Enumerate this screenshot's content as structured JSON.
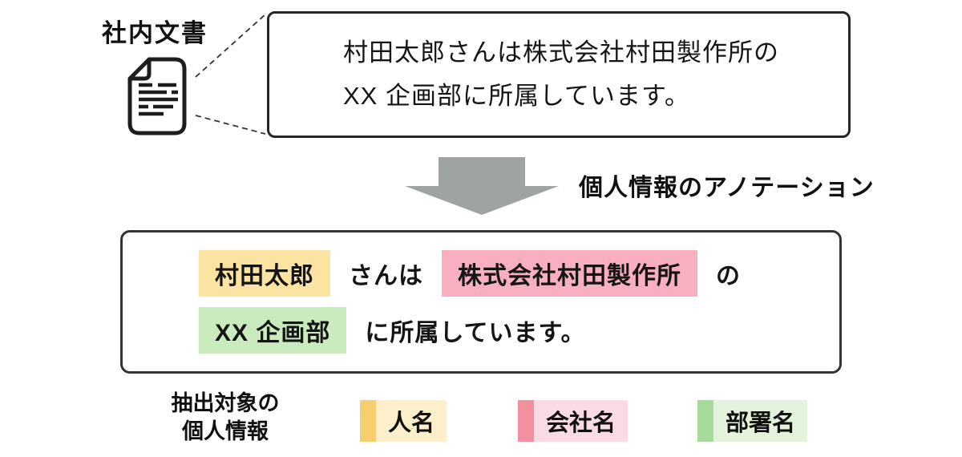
{
  "document_label": "社内文書",
  "source_box": {
    "line1": "村田太郎さんは株式会社村田製作所の",
    "line2": "XX 企画部に所属しています。"
  },
  "arrow_label": "個人情報のアノテーション",
  "annotated_box": {
    "person": "村田太郎",
    "mid1": "さんは",
    "company": "株式会社村田製作所",
    "end1": "の",
    "department": "XX 企画部",
    "end2": "に所属しています。"
  },
  "legend": {
    "title_line1": "抽出対象の",
    "title_line2": "個人情報",
    "items": [
      {
        "label": "人名",
        "entity": "person",
        "bar_color": "#F6CE6E",
        "bg_color": "#FCEFC9",
        "highlight_color": "#FBE3A1"
      },
      {
        "label": "会社名",
        "entity": "company",
        "bar_color": "#F2909F",
        "bg_color": "#FADBE4",
        "highlight_color": "#F8AFBF"
      },
      {
        "label": "部署名",
        "entity": "department",
        "bar_color": "#A6DB99",
        "bg_color": "#E3F3DC",
        "highlight_color": "#C9EBBE"
      }
    ]
  },
  "colors": {
    "arrow": "#9DA4A2",
    "box_border": "#262626",
    "icon_stroke": "#1d1d1d"
  }
}
